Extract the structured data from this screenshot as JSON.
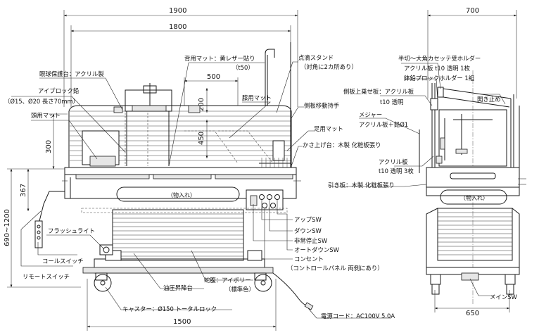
{
  "dimensions": {
    "overall_length": "1900",
    "inner_length": "1800",
    "width": "700",
    "backrest_length": "500",
    "mat_thickness": "200",
    "mat_450": "450",
    "upper_height": "300",
    "mid_height": "367",
    "height_range": "690~1200",
    "base_length": "1500",
    "base_width": "650"
  },
  "labels": {
    "back_mat": "背用マット：黄レザー貼り",
    "back_mat_thickness": "（t50）",
    "drip_stand": "点滴スタンド",
    "drip_stand_note": "（対角に2カ所あり）",
    "eye_guard": "眼球保護台：アクリル製",
    "eye_block": "アイブロック鉛",
    "eye_block_size": "（Ø15、Ø20 長さ70mm）",
    "head_mat": "頭用マット",
    "knee_mat": "膝用マット",
    "side_handle": "側板移動持手",
    "foot_mat": "足用マット",
    "raise_table": "かさ上げ台：木製 化粧板張り",
    "storage": "（物入れ）",
    "up_sw": "アップSW",
    "down_sw": "ダウンSW",
    "emergency_stop": "非常停止SW",
    "auto_down": "オートダウンSW",
    "outlet": "コンセント",
    "control_panel_note": "（コントロールパネル 両側にあり）",
    "flash_light": "フラッシュライト",
    "cord_switch": "コールスイッチ",
    "remote_switch": "リモートスイッチ",
    "hydraulic_lift": "油圧昇降台",
    "bellows": "蛇腹：アイボリー",
    "bellows_note": "（標準色）",
    "caster": "キャスター：Ø150 トータルロック",
    "power_cord": "電源コード：AC100V 5.0A",
    "cassette_holder": "半切〜大角カセッテ受ホルダー",
    "cassette_holder_spec": "アクリル板 t10 透明 1枚",
    "lead_block_holder": "鉢鉛ブロックホルダー 1組",
    "side_board": "側板上乗せ板：アクリル板",
    "side_board_spec": "t10 透明",
    "open_stop": "開き止め",
    "measure": "メジャー",
    "measure_spec": "アクリル板＋鉛Ø1",
    "acrylic_board": "アクリル板",
    "acrylic_board_spec": "t10 透明 3枚",
    "drawer": "引き板：木製 化粧板張り",
    "main_sw": "メインSW"
  }
}
